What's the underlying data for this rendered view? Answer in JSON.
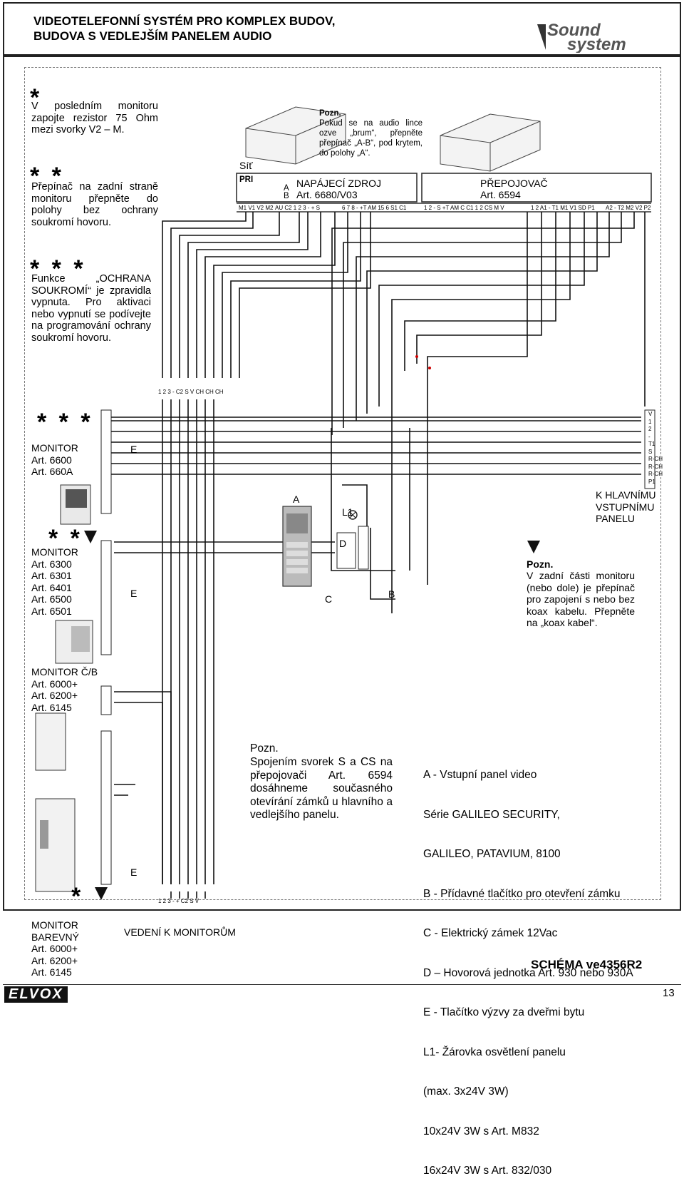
{
  "header": {
    "title_line1": "VIDEOTELEFONNÍ SYSTÉM PRO KOMPLEX BUDOV,",
    "title_line2": "BUDOVA S VEDLEJŠÍM PANELEM AUDIO",
    "brand": "Sound system"
  },
  "notes": {
    "one_star": {
      "mark": "*",
      "text": "V posledním monitoru zapojte rezistor 75 Ohm mezi svorky V2 – M."
    },
    "two_star": {
      "mark": "* *",
      "text": "Přepínač na zadní straně monitoru přepněte do polohy bez ochrany soukromí hovoru."
    },
    "three_star": {
      "mark": "* * *",
      "text": "Funkce „OCHRANA SOUKROMÍ“ je zpravidla vypnuta. Pro aktivaci nebo vypnutí se podívejte na programování ochrany soukromí hovoru."
    }
  },
  "devices": {
    "sit": "Síť",
    "pri": "PRI",
    "psu_pozn_title": "Pozn.",
    "psu_pozn_text": "Pokud se na audio lince ozve „brum“, přepněte přepínač „A-B“, pod krytem, do polohy „A“.",
    "psu_name": "NAPÁJECÍ ZDROJ",
    "psu_art": "Art. 6680/V03",
    "psu_a": "A",
    "psu_b": "B",
    "switch_name": "PŘEPOJOVAČ",
    "switch_art": "Art. 6594",
    "psu_terminals": "M1 V1 V2 M2",
    "psu_terminals2": "AU C2  1  2  3  -  +  S",
    "psu_terminals3": "6  7  8  -  +T AM 15  6  S1 C1",
    "sw_terminals": "1  2  -  S  +T AM  C  C1   1  2  CS  M  V",
    "sw_terminals2": "1  2  A1  -  T1  M1 V1  SD P1",
    "sw_terminals3": "A2  -  T2 M2 V2 P2"
  },
  "monitors": {
    "m1_mark": "* * *",
    "m1_name": "MONITOR",
    "m1_art1": "Art. 6600",
    "m1_art2": "Art. 660A",
    "m2_mark": "* *",
    "m2_name": "MONITOR",
    "m2_arts": [
      "Art. 6300",
      "Art. 6301",
      "Art. 6401",
      "Art. 6500",
      "Art. 6501"
    ],
    "m3_name": "MONITOR Č/B",
    "m3_arts": [
      "Art. 6000+",
      "Art. 6200+",
      "Art. 6145"
    ],
    "m4_mark": "*",
    "m4_name1": "MONITOR",
    "m4_name2": "BAREVNÝ",
    "m4_arts": [
      "Art. 6000+",
      "Art. 6200+",
      "Art. 6145"
    ],
    "e_label": "E",
    "bus_top": "1  2  3  -  C2  S  V  CH CH CH",
    "bus_bottom": "1  2  3  -  +  C2  S  V",
    "vedeni": "VEDENÍ K MONITORŮM"
  },
  "panel": {
    "a": "A",
    "b": "B",
    "c": "C",
    "d": "D",
    "l1": "L1",
    "k_hlavnimu_1": "K HLAVNÍMU",
    "k_hlavnimu_2": "VSTUPNÍMU",
    "k_hlavnimu_3": "PANELU",
    "right_terminals": [
      "V",
      "1",
      "2",
      "-",
      "T1",
      "S",
      "R-CH",
      "R-CH",
      "R-CH",
      "P1"
    ]
  },
  "pozn_right": {
    "title": "Pozn.",
    "text": "V zadní části monitoru (nebo dole) je přepínač pro zapojení s nebo bez koax kabelu. Přepněte na „koax kabel“."
  },
  "pozn_bottom": {
    "title": "Pozn.",
    "text": "Spojením svorek S a CS na přepojovači Art. 6594 dosáhneme současného otevírání zámků u hlavního a vedlejšího panelu."
  },
  "legend": [
    "A - Vstupní panel video",
    "      Série GALILEO SECURITY,",
    "      GALILEO, PATAVIUM, 8100",
    "B - Přídavné tlačítko pro otevření zámku",
    "C - Elektrický zámek 12Vac",
    "D – Hovorová jednotka Art. 930 nebo 930A",
    "E - Tlačítko výzvy za dveřmi bytu",
    "L1- Žárovka osvětlení panelu",
    "      (max. 3x24V 3W)",
    "      10x24V 3W s Art. M832",
    "      16x24V 3W s Art. 832/030"
  ],
  "footer": {
    "schema": "SCHÉMA ve4356R2",
    "logo": "ELVOX",
    "page": "13"
  }
}
